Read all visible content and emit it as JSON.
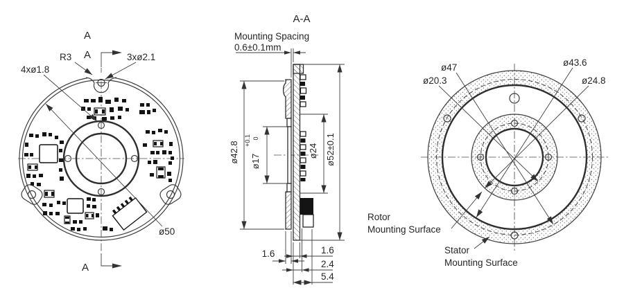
{
  "colors": {
    "line": "#3d3d3d",
    "text": "#262626",
    "component": "#141414",
    "background": "#ffffff"
  },
  "views": {
    "left": {
      "marker_top_a1": "A",
      "marker_top_a2": "A",
      "marker_bottom_a": "A",
      "label_r3": "R3",
      "label_holes_small": "3xø2.1",
      "label_holes_tiny": "4xø1.8",
      "label_outer_dia": "ø50"
    },
    "section": {
      "title": "A-A",
      "mounting_spacing_line1": "Mounting Spacing",
      "mounting_spacing_line2": "0.6±0.1mm",
      "dim_rotor_outer": "ø42.8",
      "dim_bore": "ø17",
      "dim_bore_tol_upper": "+0.1",
      "dim_bore_tol_lower": "0",
      "dim_component_circle": "ø24",
      "dim_board_outer": "ø52±0.1",
      "dim_rotor_thickness": "1.6",
      "dim_board_thickness": "1.6",
      "dim_board_with_parts": "2.4",
      "dim_total_height": "5.4"
    },
    "right": {
      "dim_bolt_circle": "ø47",
      "dim_hub_bolt_circle": "ø20.3",
      "dim_rotor_outer": "ø43.6",
      "dim_hub_outer": "ø24.8",
      "rotor_surface_line1": "Rotor",
      "rotor_surface_line2": "Mounting Surface",
      "stator_surface_line1": "Stator",
      "stator_surface_line2": "Mounting Surface"
    }
  }
}
